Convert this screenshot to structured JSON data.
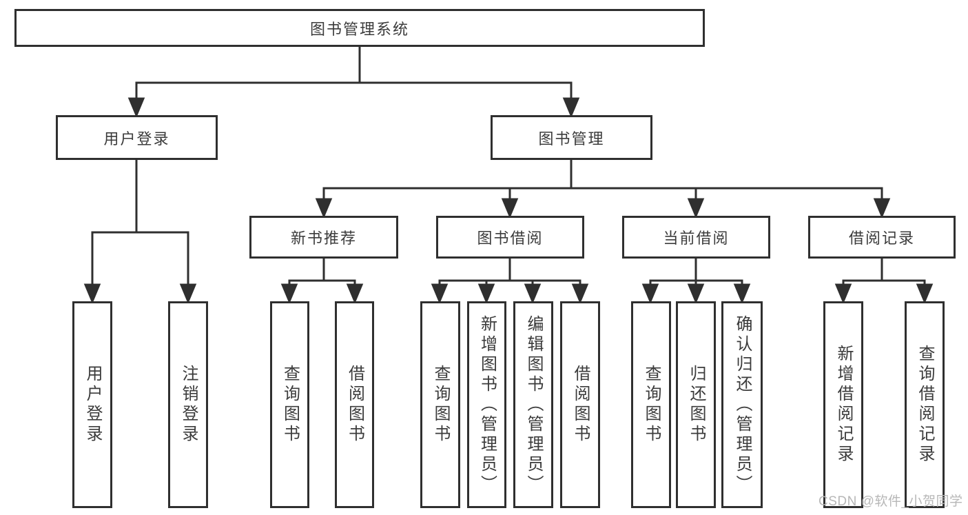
{
  "nodes": {
    "root": {
      "label": "图书管理系统"
    },
    "user_login": {
      "label": "用户登录"
    },
    "book_mgmt": {
      "label": "图书管理"
    },
    "new_book_rec": {
      "label": "新书推荐"
    },
    "book_borrow": {
      "label": "图书借阅"
    },
    "current_borrow": {
      "label": "当前借阅"
    },
    "borrow_records": {
      "label": "借阅记录"
    },
    "leaf_user_login": {
      "label": "用户登录"
    },
    "leaf_logout": {
      "label": "注销登录"
    },
    "leaf_rec_query": {
      "label": "查询图书"
    },
    "leaf_rec_borrow": {
      "label": "借阅图书"
    },
    "leaf_bb_query": {
      "label": "查询图书"
    },
    "leaf_bb_add": {
      "label": "新增图书（管理员）"
    },
    "leaf_bb_edit": {
      "label": "编辑图书（管理员）"
    },
    "leaf_bb_borrow": {
      "label": "借阅图书"
    },
    "leaf_cb_query": {
      "label": "查询图书"
    },
    "leaf_cb_return": {
      "label": "归还图书"
    },
    "leaf_cb_confirm": {
      "label": "确认归还（管理员）"
    },
    "leaf_br_add": {
      "label": "新增借阅记录"
    },
    "leaf_br_query": {
      "label": "查询借阅记录"
    }
  },
  "watermark": "CSDN @软件_小贺同学",
  "colors": {
    "line": "#2f2f2f",
    "text": "#3b3b3b",
    "watermark": "#b7b7b7",
    "background": "#ffffff"
  }
}
